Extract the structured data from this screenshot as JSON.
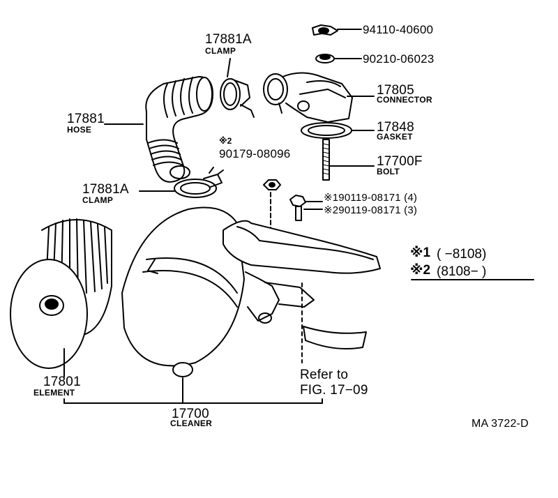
{
  "labels": {
    "p_94110": "94110-40600",
    "p_90210": "90210-06023",
    "p_17881a_top": "17881A",
    "n_clamp_top": "CLAMP",
    "p_17805": "17805",
    "n_connector": "CONNECTOR",
    "p_17881": "17881",
    "n_hose": "HOSE",
    "p_17848": "17848",
    "n_gasket": "GASKET",
    "m_star2": "※2",
    "p_90179": "90179-08096",
    "p_17700f": "17700F",
    "n_bolt": "BOLT",
    "p_17881a_mid": "17881A",
    "n_clamp_mid": "CLAMP",
    "p_bolt_1": "※190119-08171 (4)",
    "p_bolt_2": "※290119-08171 (3)",
    "p_17801": "17801",
    "n_element": "ELEMENT",
    "refer_1": "Refer to",
    "refer_2": "FIG. 17−09",
    "p_17700": "17700",
    "n_cleaner": "CLEANER",
    "code": "MA 3722-D"
  },
  "legend": {
    "row1_mark": "※1",
    "row1_range": "(        −8108)",
    "row2_mark": "※2",
    "row2_range": "(8108−         )"
  }
}
